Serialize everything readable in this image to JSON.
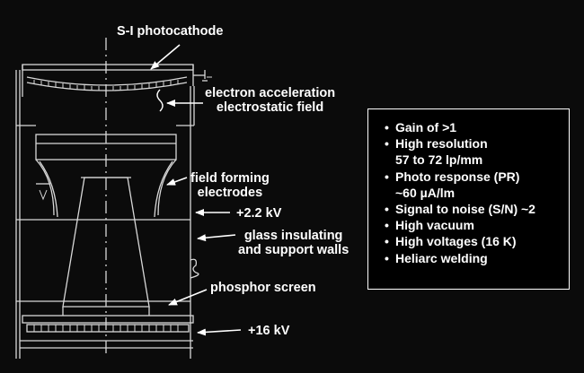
{
  "labels": {
    "photocathode": "S-I photocathode",
    "acceleration_line1": "electron acceleration",
    "acceleration_line2": "electrostatic field",
    "electrodes_line1": "field forming",
    "electrodes_line2": "electrodes",
    "voltage_low": "+2.2 kV",
    "walls_line1": "glass insulating",
    "walls_line2": "and support walls",
    "phosphor": "phosphor screen",
    "voltage_high": "+16 kV"
  },
  "specs": [
    {
      "text": "Gain of >1"
    },
    {
      "text": "High resolution",
      "sub": "57 to 72 lp/mm"
    },
    {
      "text": "Photo response (PR)",
      "sub": "~60 µA/lm"
    },
    {
      "text": "Signal to noise (S/N) ~2"
    },
    {
      "text": "High vacuum"
    },
    {
      "text": "High voltages (16 K)"
    },
    {
      "text": "Heliarc welding"
    }
  ],
  "colors": {
    "background": "#0b0b0b",
    "ink": "#ffffff",
    "drawing": "#d8d8d8"
  }
}
